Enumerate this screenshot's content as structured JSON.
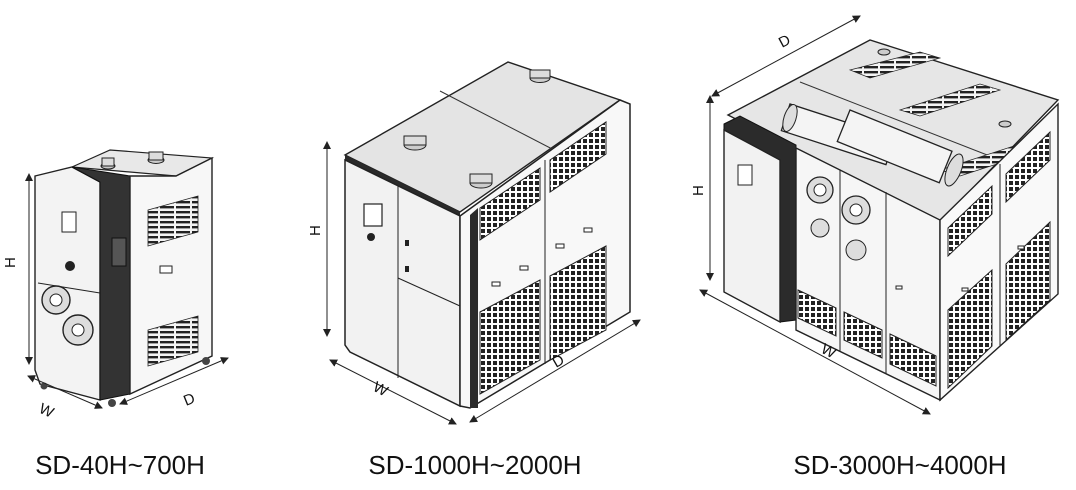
{
  "units": [
    {
      "model": "SD-40H~700H",
      "dimensions": {
        "height": "H",
        "width": "W",
        "depth": "D"
      }
    },
    {
      "model": "SD-1000H~2000H",
      "dimensions": {
        "height": "H",
        "width": "W",
        "depth": "D"
      }
    },
    {
      "model": "SD-3000H~4000H",
      "dimensions": {
        "height": "H",
        "width": "W",
        "depth": "D"
      }
    }
  ],
  "colors": {
    "line": "#1a1a1a",
    "panel": "#f2f2f2",
    "dark": "#2a2a2a",
    "top": "#e6e6e6"
  }
}
